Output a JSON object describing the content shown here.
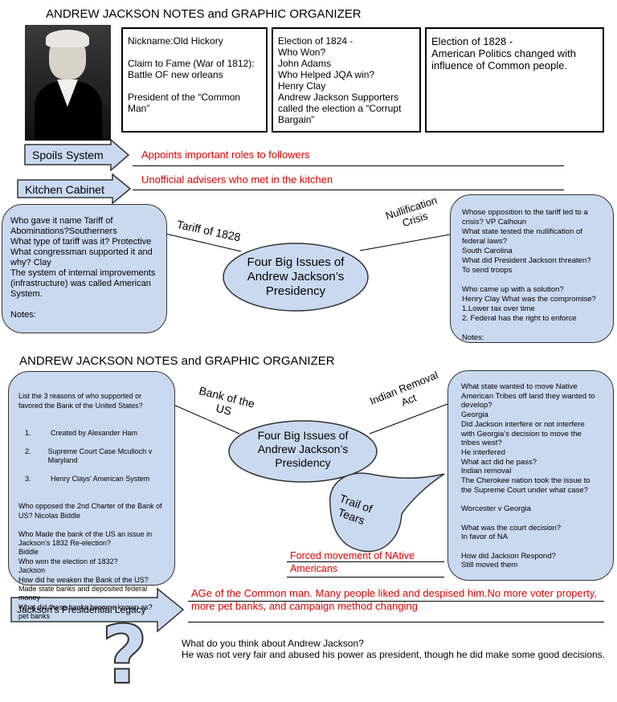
{
  "page_title": "ANDREW JACKSON NOTES and GRAPHIC ORGANIZER",
  "top_boxes": {
    "nickname": "Nickname:Old Hickory\n\nClaim to Fame (War of 1812): Battle OF new orleans\n\nPresident of the “Common Man”",
    "election_1824": "Election of 1824 -\nWho Won?\nJohn Adams\nWho Helped JQA win?\nHenry Clay\nAndrew Jackson Supporters called the election a “Corrupt Bargain”",
    "election_1828": "Election of 1828 -\nAmerican Politics changed with influence of Common people."
  },
  "spoils_system": {
    "label": "Spoils System",
    "answer": "Appoints important roles to followers"
  },
  "kitchen_cabinet": {
    "label": "Kitchen Cabinet",
    "answer": "Unofficial advisers who met in the kitchen"
  },
  "organizer1": {
    "center": "Four Big Issues of\nAndrew Jackson’s\nPresidency",
    "left_label": "Tariff of 1828",
    "right_label": "Nullification\nCrisis",
    "left_text": "Who gave it name Tariff of Abominations?Southerners\nWhat type of tariff was it? Protective\nWhat congressman supported it and why? Clay\nThe system of internal improvements (infrastructure) was called American System.\n\nNotes:",
    "right_text": "Whose opposition to the tariff led to a crisis? VP Calhoun\nWhat state tested the nullification of federal laws?\nSouth Carolina\nWhat did President Jackson threaten?\nTo send troops\n\nWho came up with a solution?\nHenry Clay What was the compromise?\n1.Lower tax over time\n2. Federal has the right to enforce\n\nNotes:"
  },
  "organizer2": {
    "title": "ANDREW JACKSON NOTES and GRAPHIC ORGANIZER",
    "center": "Four Big Issues of\nAndrew Jackson’s\nPresidency",
    "left_label": "Bank of the\nUS",
    "right_label": "Indian Removal\nAct",
    "left_intro": "List the 3 reasons of who supported or favored the Bank of the United States?",
    "left_list": [
      {
        "num": "1.",
        "text": "Created by Alexander Ham"
      },
      {
        "num": "2.",
        "text": "Supreme Court Case Mculloch v Maryland"
      },
      {
        "num": "3.",
        "text": "Henry Clays’ American System"
      }
    ],
    "left_rest": "Who opposed the 2nd Charter of the Bank of US? Nicolas Biddle\n\nWho Made the bank of the US an issue in Jackson’s 1832 Re-election?\nBiddle\nWho won the election of 1832?\nJackson\nHow did he weaken the Bank of the US?\nMade state banks and deposited federal money\nWhat did these banks become known as?\npet banks",
    "right_text": "What state wanted to move Native American Tribes off land they wanted to develop?\nGeorgia\nDid Jackson interfere or not interfere with Georgia’s decision to move the tribes west?\nHe interfered\nWhat act did he pass?\nIndian removal\nThe Cherokee nation took the issue to the Supreme Court under what case?\n\nWorcester  v Georgia\n\nWhat was the court decision?\n In favor of NA\n\nHow did Jackson Respond?\nStill moved them",
    "trail_label": "Trail of\nTears",
    "trail_answer": "Forced movement of NAtive\nAmericans"
  },
  "legacy": {
    "label": "Jackson’s Presidential Legacy",
    "answer": "AGe of the Common man. Many people liked and despised him.No more voter property, more pet banks, and campaign method changing"
  },
  "question": {
    "symbol": "?",
    "prompt": "What do you think about Andrew Jackson?",
    "answer": "He was not very fair and abused his power as president, though he did make some good decisions."
  },
  "colors": {
    "bubble": "#c9daf0",
    "answer_red": "#e00000"
  }
}
